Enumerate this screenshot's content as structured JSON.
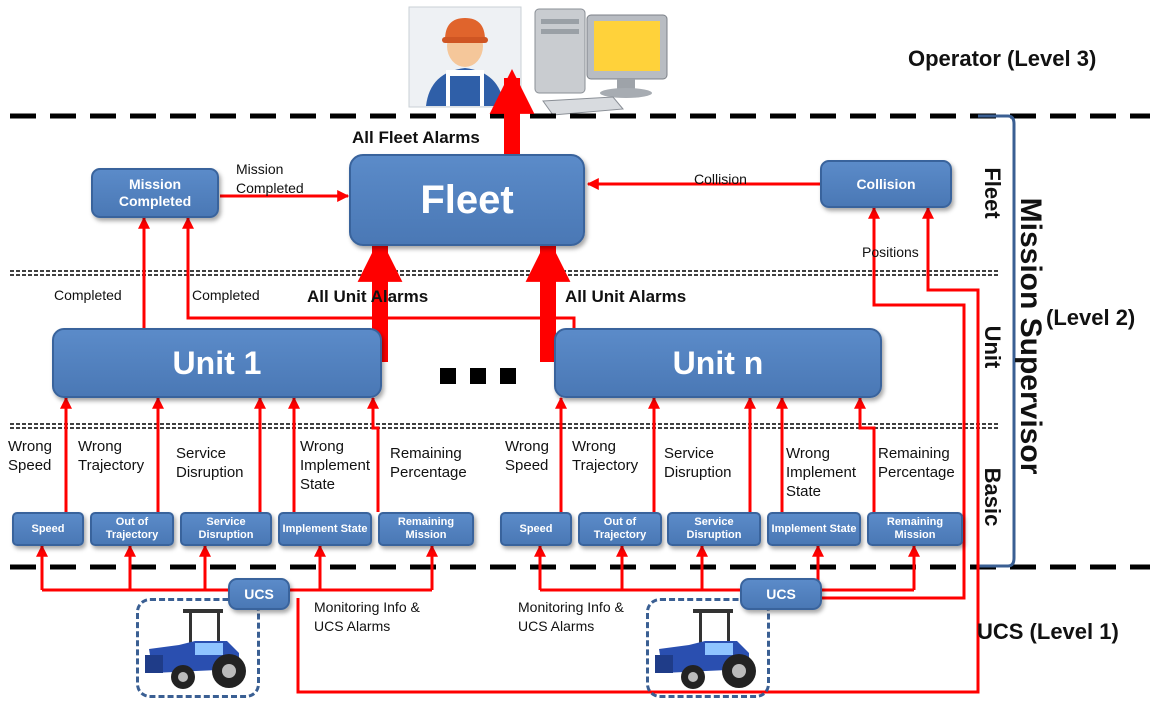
{
  "levels": {
    "operator": "Operator (Level 3)",
    "level2": "(Level 2)",
    "ucs": "UCS (Level 1)",
    "mission_supervisor": "Mission Supervisor",
    "fleet": "Fleet",
    "unit": "Unit",
    "basic": "Basic"
  },
  "nodes": {
    "fleet": "Fleet",
    "mission_completed": "Mission Completed",
    "collision": "Collision",
    "unit1": "Unit 1",
    "unitn": "Unit n",
    "ucs": "UCS"
  },
  "basic_modules": [
    "Speed",
    "Out of Trajectory",
    "Service Disruption",
    "Implement State",
    "Remaining Mission"
  ],
  "alarm_labels": [
    "Wrong Speed",
    "Wrong Trajectory",
    "Service Disruption",
    "Wrong Implement State",
    "Remaining Percentage"
  ],
  "edge_labels": {
    "all_fleet_alarms": "All Fleet Alarms",
    "all_unit_alarms": "All Unit Alarms",
    "mission_completed": "Mission Completed",
    "collision": "Collision",
    "positions": "Positions",
    "completed": "Completed",
    "monitoring_info": "Monitoring Info & UCS Alarms"
  },
  "icons": [
    "operator-icon",
    "computer-icon",
    "tractor-icon"
  ],
  "colors": {
    "node_fill": "#4f81bd",
    "arrow": "#ff0000",
    "boundary": "#000000",
    "bracket": "#3a5f93"
  }
}
